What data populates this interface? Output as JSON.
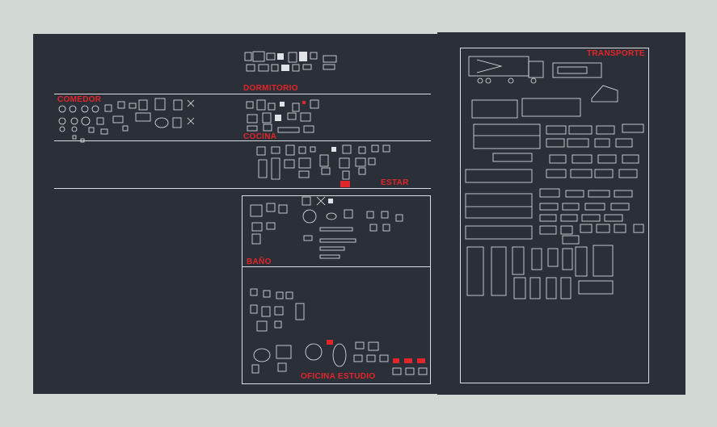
{
  "drawing": {
    "background": "#d2d8d4",
    "panel_color": "#2b3038",
    "line_color": "#d9dde2",
    "label_color": "#e0262a",
    "sections": {
      "dormitorio": "DORMITORIO",
      "comedor": "COMEDOR",
      "cocina": "COCINA",
      "estar": "ESTAR",
      "bano": "BAÑO",
      "oficina_estudio": "OFICINA ESTUDIO",
      "transporte": "TRANSPORTE"
    }
  }
}
